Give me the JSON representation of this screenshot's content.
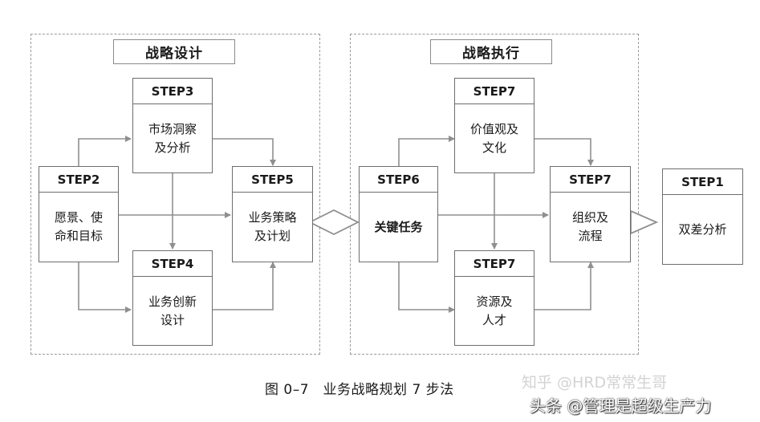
{
  "regions": {
    "design": {
      "title": "战略设计"
    },
    "execution": {
      "title": "战略执行"
    }
  },
  "steps": {
    "step2": {
      "label": "STEP2",
      "text": "愿景、使\n命和目标"
    },
    "step3": {
      "label": "STEP3",
      "text": "市场洞察\n及分析"
    },
    "step4": {
      "label": "STEP4",
      "text": "业务创新\n设计"
    },
    "step5": {
      "label": "STEP5",
      "text": "业务策略\n及计划"
    },
    "step6": {
      "label": "STEP6",
      "text": "关键任务"
    },
    "step7_culture": {
      "label": "STEP7",
      "text": "价值观及\n文化"
    },
    "step7_talent": {
      "label": "STEP7",
      "text": "资源及\n人才"
    },
    "step7_org": {
      "label": "STEP7",
      "text": "组织及\n流程"
    },
    "step1": {
      "label": "STEP1",
      "text": "双差分析"
    }
  },
  "caption": "图 0–7　业务战略规划 7 步法",
  "watermarks": {
    "zhihu": "知乎 @HRD常常生哥",
    "toutiao": "头条 @管理是超级生产力"
  },
  "colors": {
    "line": "#8f8f8f",
    "border": "#6e6e6e",
    "dashed": "#9a9a9a"
  }
}
